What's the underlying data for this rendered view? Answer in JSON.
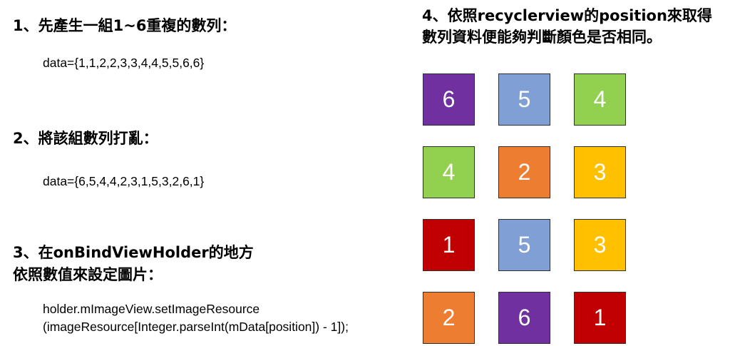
{
  "step1": {
    "title": "1、先產生一組1~6重複的數列：",
    "code": "data={1,1,2,2,3,3,4,4,5,5,6,6}"
  },
  "step2": {
    "title": "2、將該組數列打亂：",
    "code": "data={6,5,4,4,2,3,1,5,3,2,6,1}"
  },
  "step3": {
    "title_line1": "3、在onBindViewHolder的地方",
    "title_line2": "依照數值來設定圖片：",
    "code_line1": "holder.mImageView.setImageResource",
    "code_line2": "(imageResource[Integer.parseInt(mData[position]) - 1]);"
  },
  "step4": {
    "title_line1": "4、依照recyclerview的position來取得",
    "title_line2": "數列資料便能夠判斷顏色是否相同。"
  },
  "colors": {
    "1": "#c00000",
    "2": "#ed7d31",
    "3": "#ffc000",
    "4": "#92d050",
    "5": "#7f9fd5",
    "6": "#7030a0",
    "border": "#2f2f2f"
  },
  "grid": {
    "columns": 3,
    "cells": [
      "6",
      "5",
      "4",
      "4",
      "2",
      "3",
      "1",
      "5",
      "3",
      "2",
      "6",
      "1"
    ]
  }
}
